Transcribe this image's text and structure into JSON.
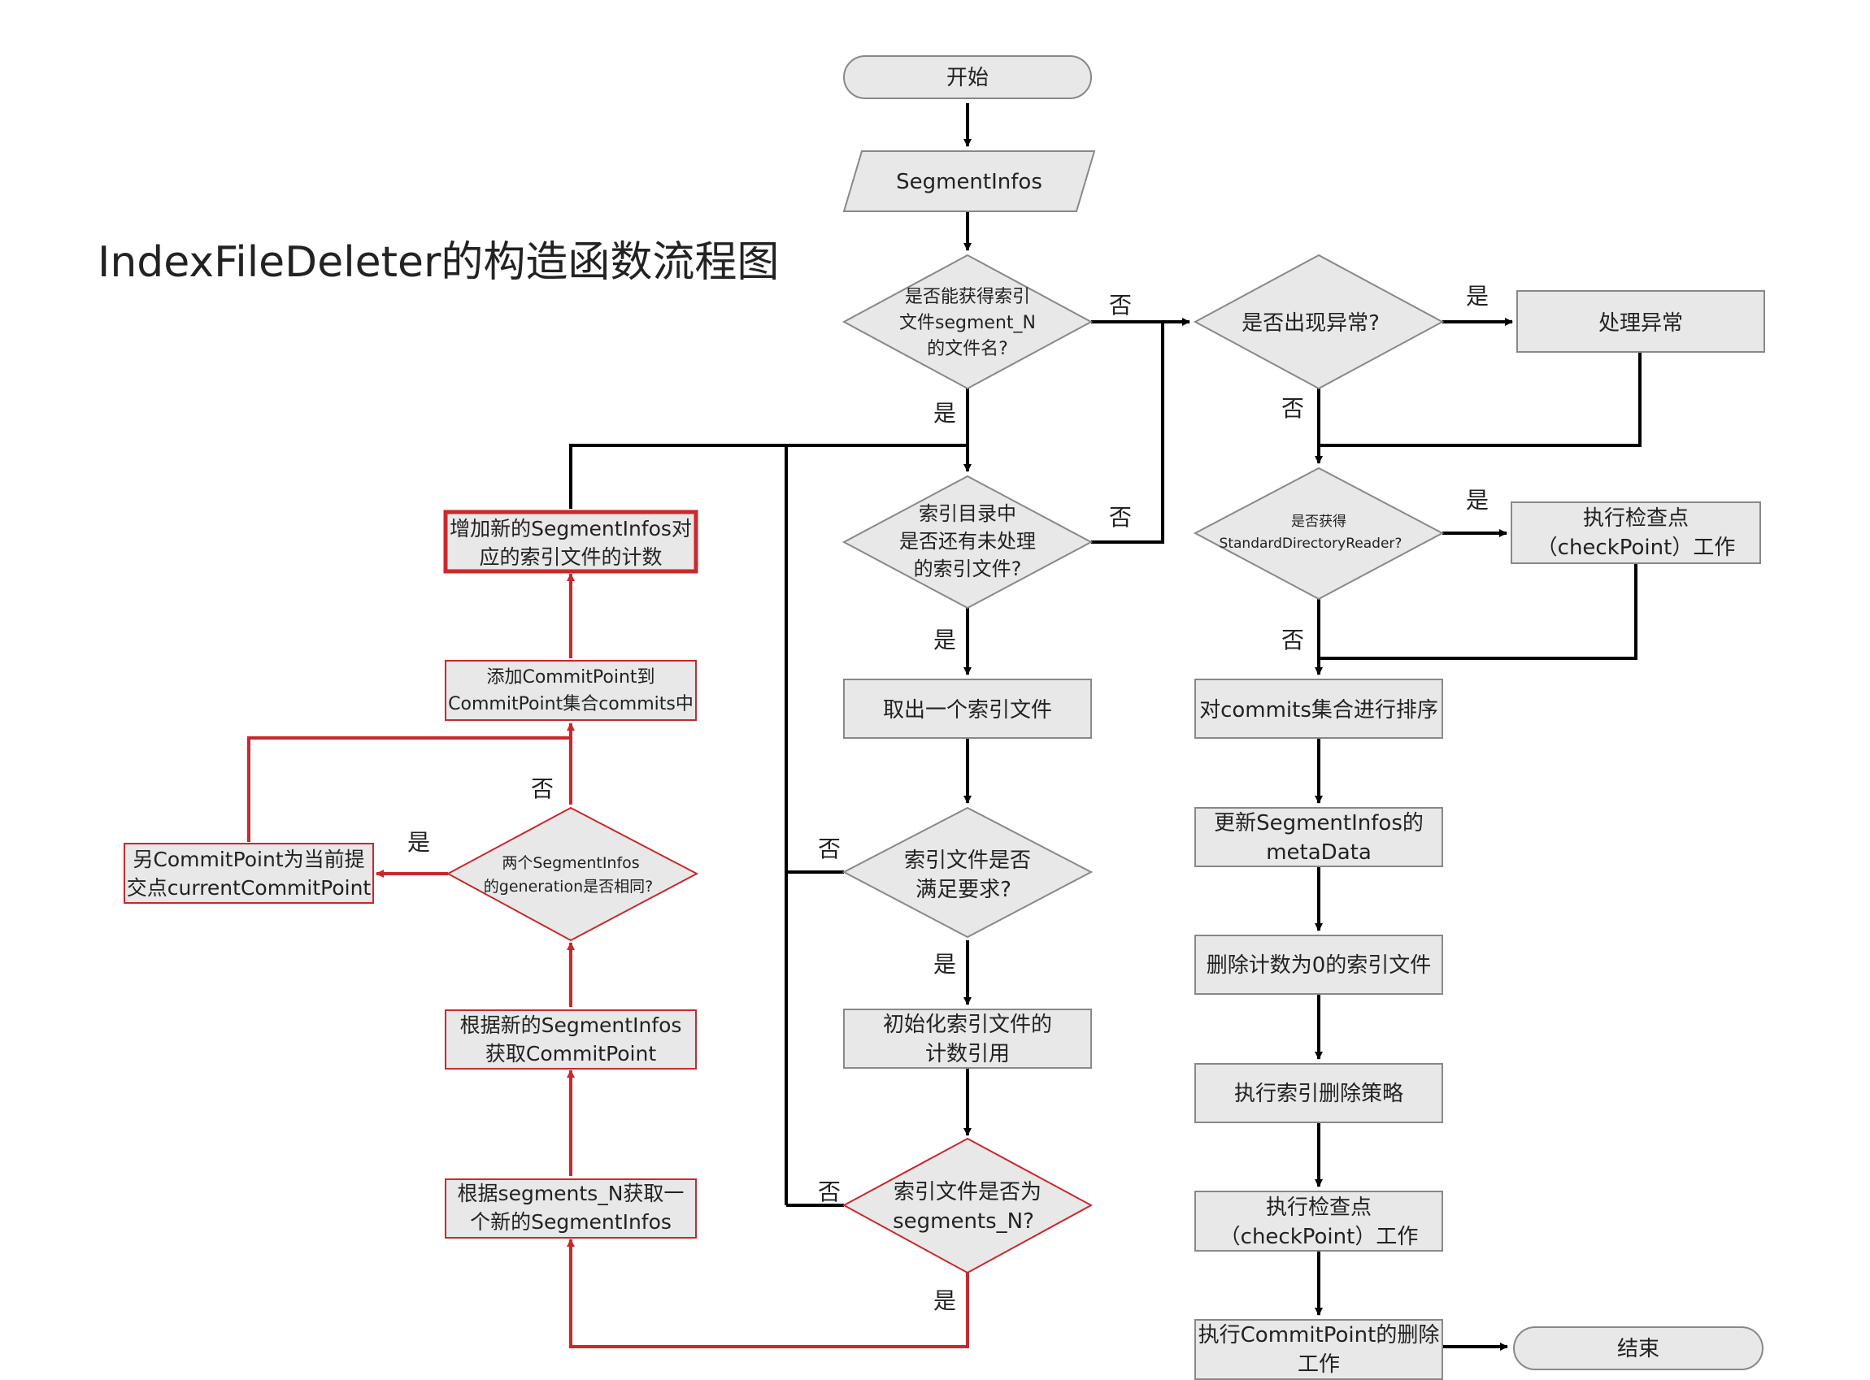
{
  "title": "IndexFileDeleter的构造函数流程图",
  "colors": {
    "black": "#000000",
    "red": "#c9282d",
    "fill": "#e8e8e8",
    "stroke": "#888888"
  },
  "nodes": {
    "start": "开始",
    "segmentinfos": "SegmentInfos",
    "can_get_segment": [
      "是否能获得索引",
      "文件segment_N",
      "的文件名?"
    ],
    "exception_occurred": "是否出现异常?",
    "handle_exception": "处理异常",
    "more_unprocessed": [
      "索引目录中",
      "是否还有未处理",
      "的索引文件?"
    ],
    "got_reader": [
      "是否获得",
      "StandardDirectoryReader?"
    ],
    "checkpoint_top": [
      "执行检查点",
      "（checkPoint）工作"
    ],
    "take_one_file": "取出一个索引文件",
    "sort_commits": "对commits集合进行排序",
    "update_metadata": [
      "更新SegmentInfos的",
      "metaData"
    ],
    "file_meets_req": [
      "索引文件是否",
      "满足要求?"
    ],
    "delete_zero": "删除计数为0的索引文件",
    "init_ref": [
      "初始化索引文件的",
      "计数引用"
    ],
    "deletion_policy": "执行索引删除策略",
    "is_segments_n": [
      "索引文件是否为",
      "segments_N?"
    ],
    "checkpoint_bottom": [
      "执行检查点",
      "（checkPoint）工作"
    ],
    "delete_commitpoint": [
      "执行CommitPoint的删除",
      "工作"
    ],
    "end": "结束",
    "add_count": [
      "增加新的SegmentInfos对",
      "应的索引文件的计数"
    ],
    "add_commitpoint": [
      "添加CommitPoint到",
      "CommitPoint集合commits中"
    ],
    "same_generation": [
      "两个SegmentInfos",
      "的generation是否相同?"
    ],
    "set_current": [
      "另CommitPoint为当前提",
      "交点currentCommitPoint"
    ],
    "get_commitpoint": [
      "根据新的SegmentInfos",
      "获取CommitPoint"
    ],
    "get_new_segmentinfos": [
      "根据segments_N获取一",
      "个新的SegmentInfos"
    ]
  },
  "labels": {
    "yes": "是",
    "no": "否"
  }
}
